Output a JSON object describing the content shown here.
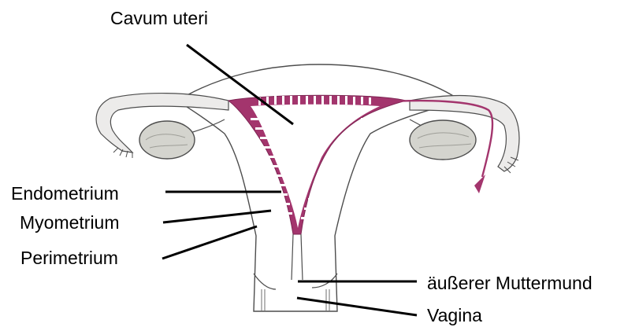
{
  "labels": {
    "cavum_uteri": "Cavum uteri",
    "endometrium": "Endometrium",
    "myometrium": "Myometrium",
    "perimetrium": "Perimetrium",
    "external_os": "äußerer Muttermund",
    "vagina": "Vagina"
  },
  "colors": {
    "outline": "#4d4d4d",
    "endometrium_fill": "#a3356d",
    "tube_fill": "#ecebea",
    "ovary_fill": "#d4d4ce",
    "pointer_line": "#000000"
  }
}
